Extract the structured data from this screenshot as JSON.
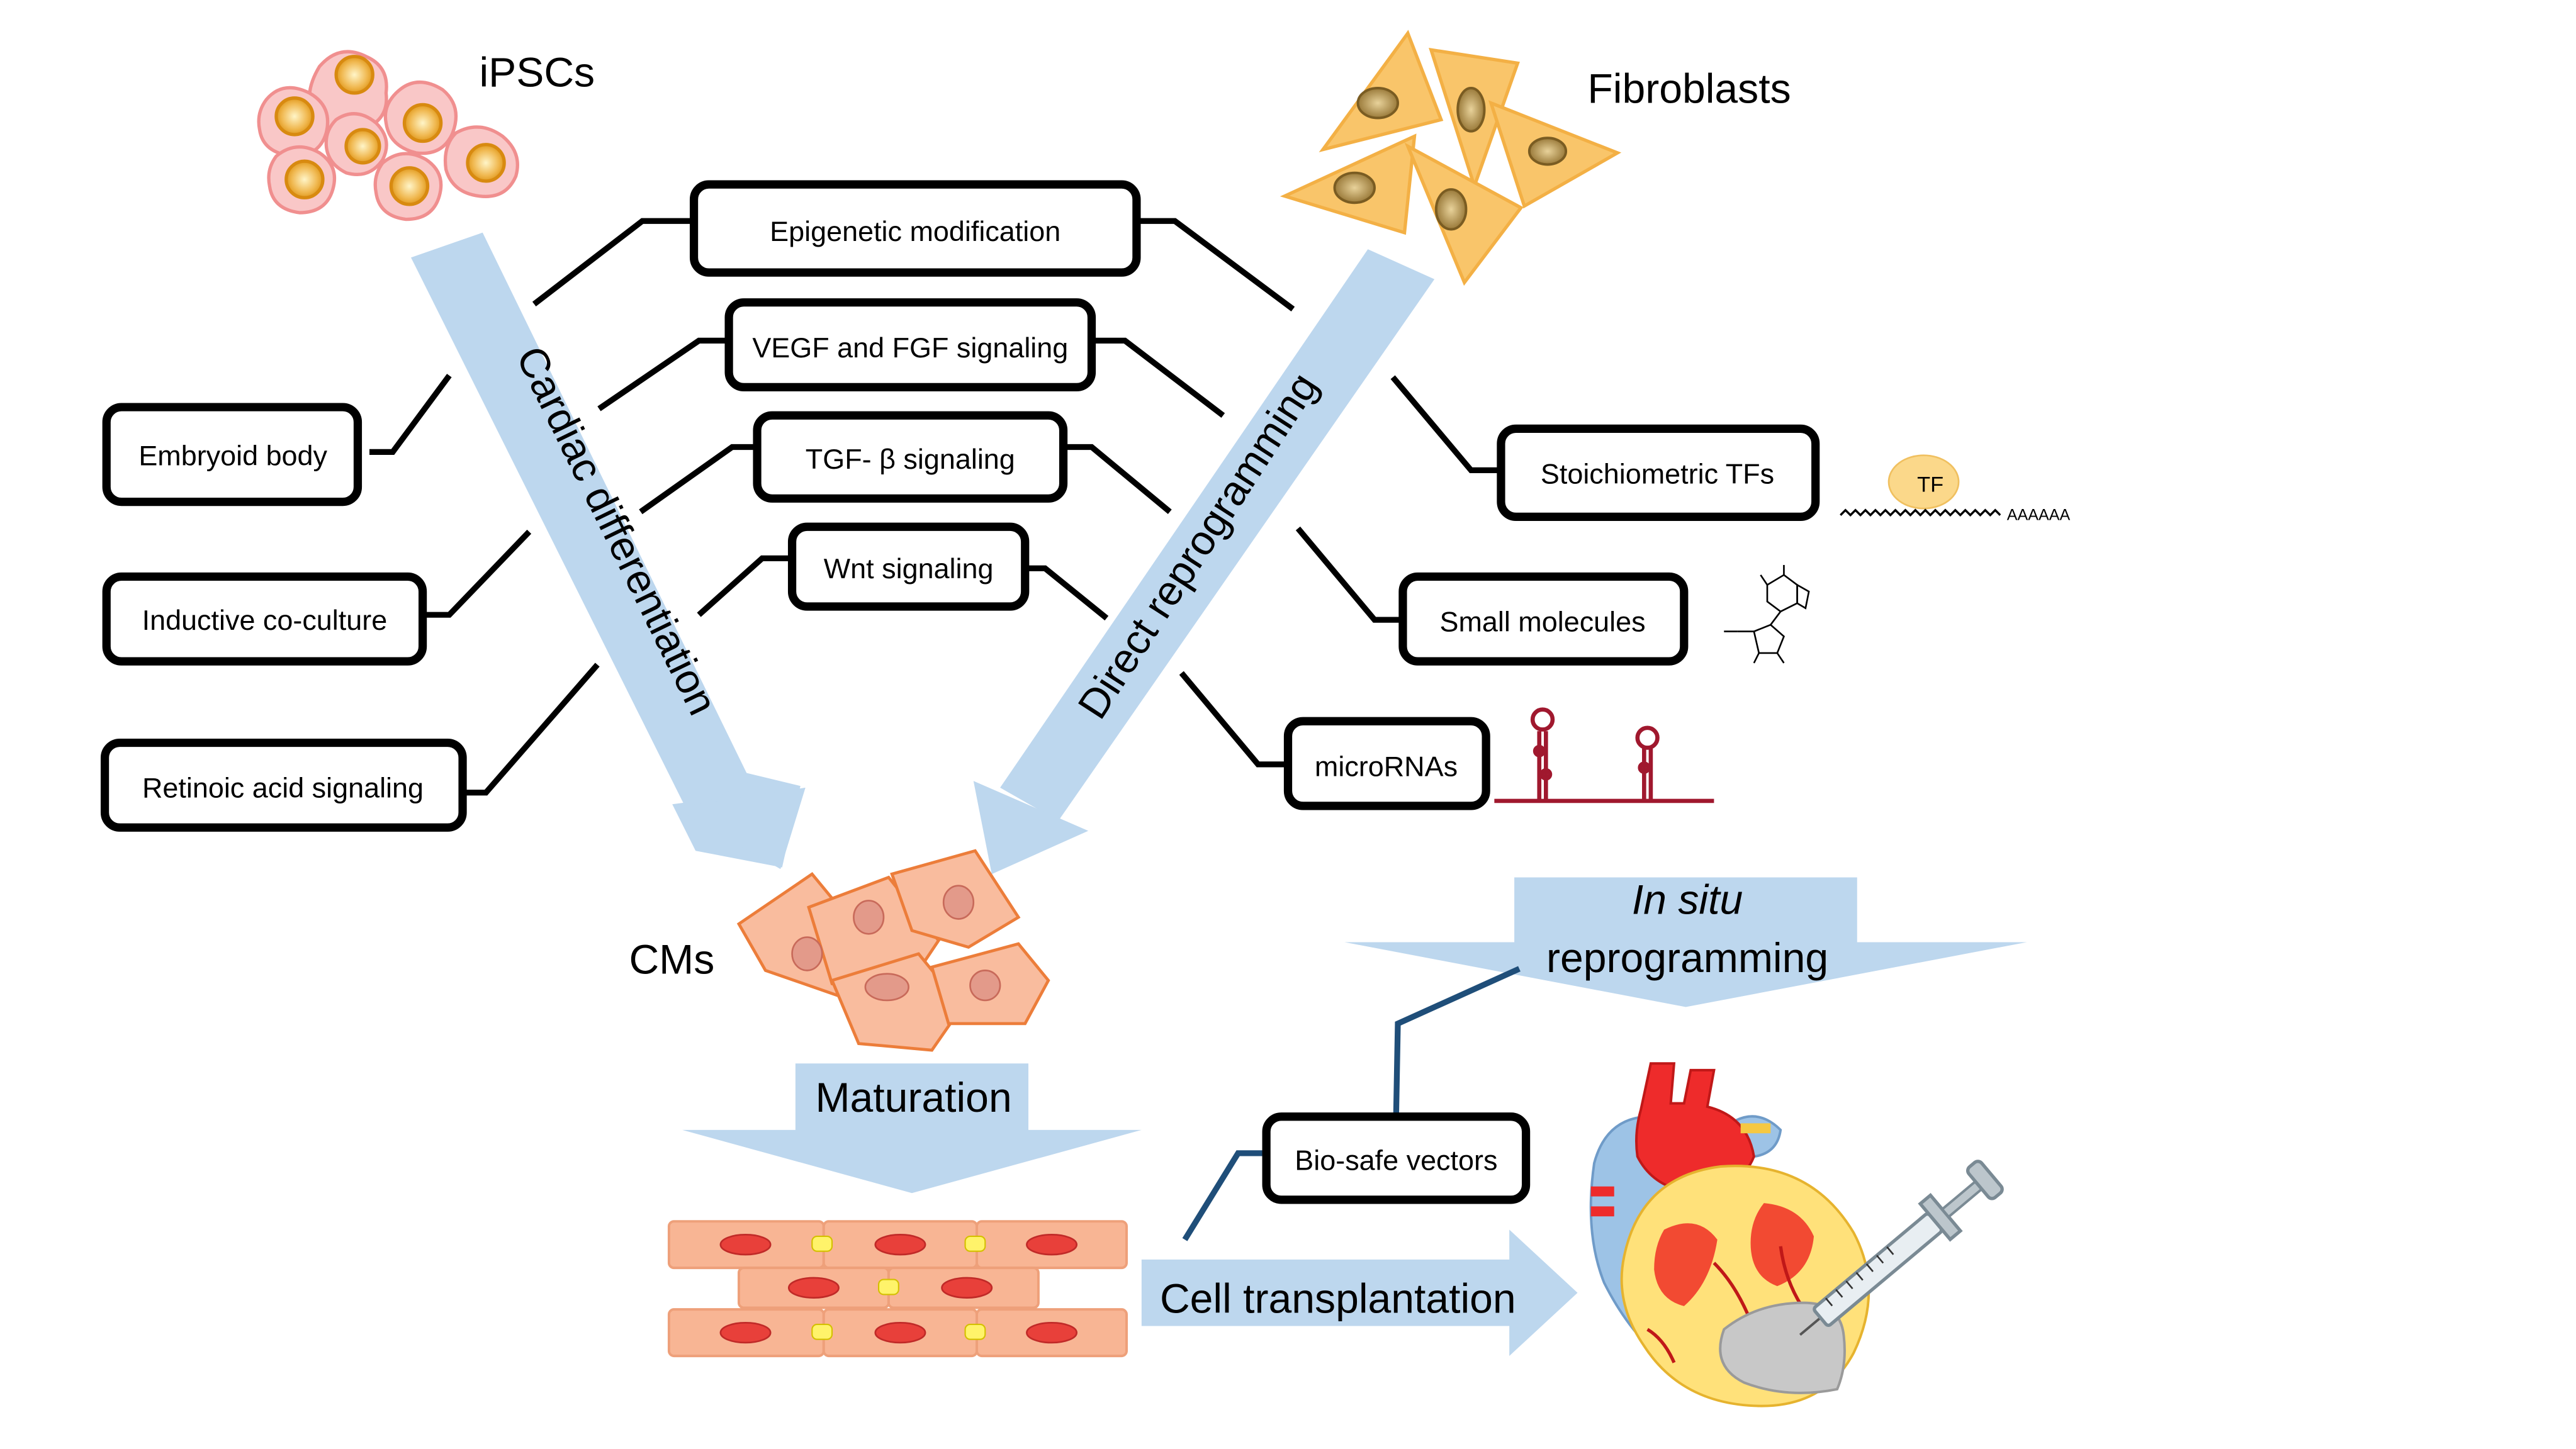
{
  "sources": {
    "ipscs": "iPSCs",
    "fibroblasts": "Fibroblasts",
    "cms": "CMs"
  },
  "arrows": {
    "cardiac_differentiation": "Cardiac differentiation",
    "direct_reprogramming": "Direct reprogramming",
    "maturation": "Maturation",
    "cell_transplantation": "Cell transplantation",
    "in_situ_line1": "In situ",
    "in_situ_line2": "reprogramming"
  },
  "center_boxes": {
    "epigenetic": "Epigenetic modification",
    "vegf_fgf": "VEGF and FGF signaling",
    "tgf_beta": "TGF- β signaling",
    "wnt": "Wnt signaling"
  },
  "left_boxes": {
    "embryoid_body": "Embryoid body",
    "inductive_coculture": "Inductive co-culture",
    "retinoic_acid": "Retinoic acid signaling"
  },
  "right_boxes": {
    "stoichiometric_tfs": "Stoichiometric TFs",
    "small_molecules": "Small molecules",
    "micrornas": "microRNAs"
  },
  "bottom_boxes": {
    "bio_safe_vectors": "Bio-safe vectors"
  },
  "icons": {
    "tf_label": "TF",
    "poly_a": "AAAAAA"
  },
  "colors": {
    "arrow_blue": "#bdd7ee",
    "ipsc_pink": "#f4b8b8",
    "ipsc_nucleus": "#f5a623",
    "fibroblast_orange": "#f9c56a",
    "cm_orange": "#f8b594",
    "mirna_red": "#a0182e",
    "heart_red": "#ee2b2b",
    "heart_blue": "#9dc3e6",
    "heart_yellow": "#ffe17a"
  }
}
